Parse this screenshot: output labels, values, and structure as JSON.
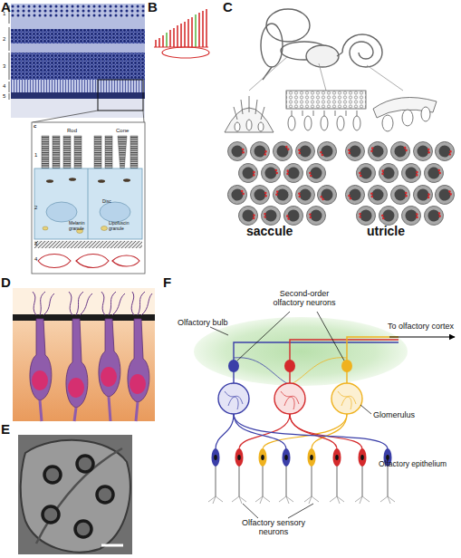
{
  "diagram": {
    "labels": [
      "A",
      "B",
      "C",
      "1",
      "2",
      "3",
      "4",
      "5",
      "c",
      "Rod",
      "Cone",
      "1",
      "2",
      "3",
      "4",
      "Melanin granule",
      "Disc",
      "Lipofuscin granule",
      "saccule",
      "utricle",
      "D",
      "E",
      "F",
      "Olfactory bulb",
      "Second-order olfactory neurons",
      "To olfactory cortex",
      "Glomerulus",
      "Olfactory epithelium",
      "Olfactory sensory neurons"
    ]
  }
}
